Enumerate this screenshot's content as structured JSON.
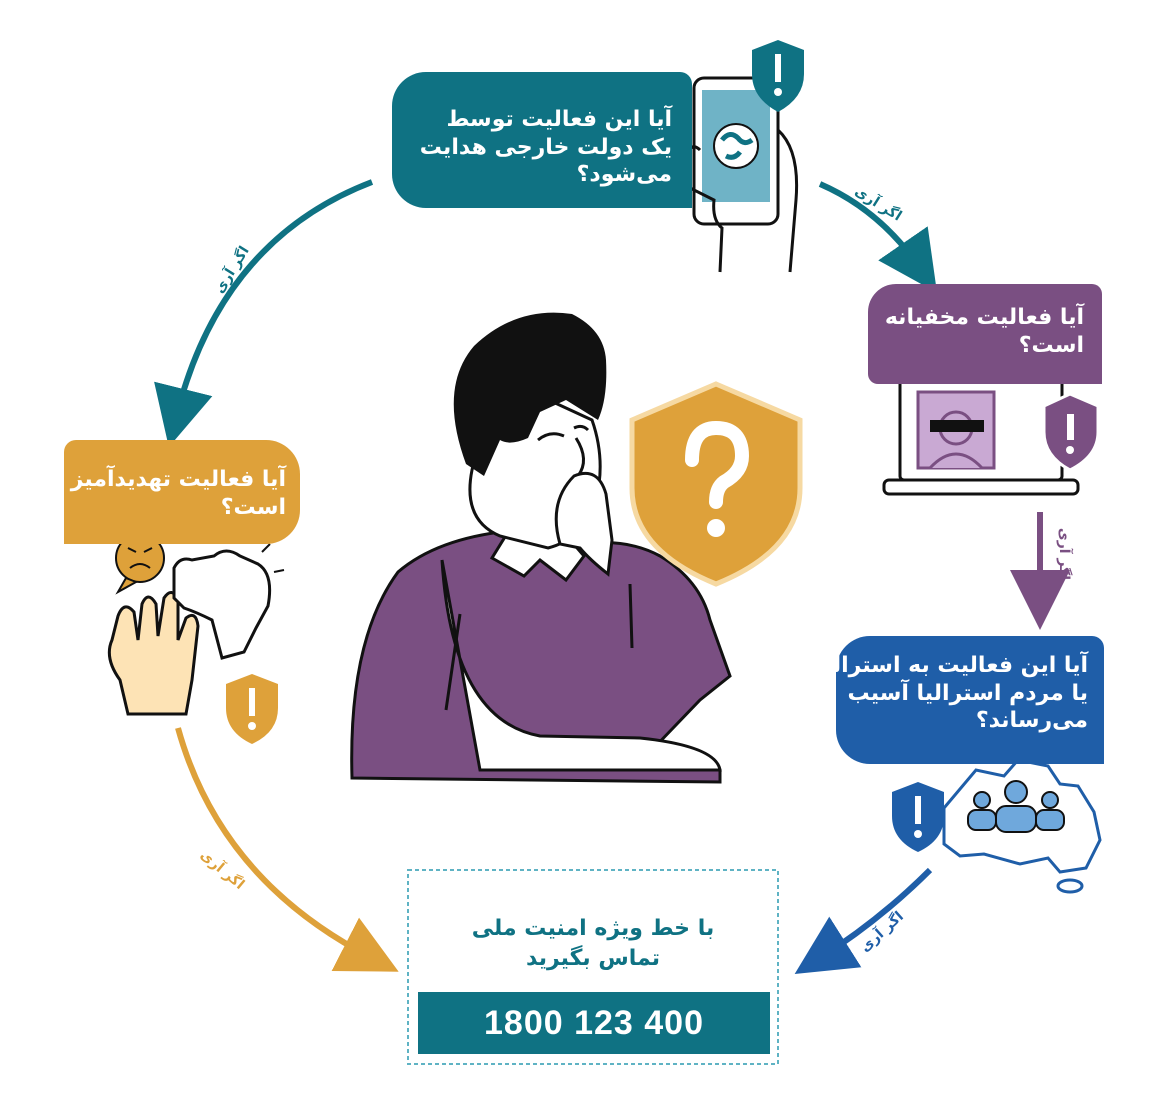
{
  "questions": {
    "foreign_gov": {
      "lines": [
        "آیا این فعالیت توسط",
        "یک دولت خارجی هدایت",
        "می‌شود؟"
      ],
      "color": "#0f7283"
    },
    "covert": {
      "lines": [
        "آیا فعالیت مخفیانه",
        "است؟"
      ],
      "color": "#7a4f82"
    },
    "harm": {
      "lines": [
        "آیا این فعالیت به استرالیا",
        "یا مردم استرالیا آسیب",
        "می‌رساند؟"
      ],
      "color": "#1f5ea8"
    },
    "threat": {
      "lines": [
        "آیا فعالیت تهدیدآمیز",
        "است؟"
      ],
      "color": "#dea13a"
    }
  },
  "arrows": {
    "if_yes_label": "اگر آری",
    "colors": {
      "teal": "#0f7283",
      "purple": "#7a4f82",
      "blue": "#1f5ea8",
      "gold": "#dea13a"
    }
  },
  "hotline": {
    "lines": [
      "با خط ویژه امنیت ملی",
      "تماس بگیرید"
    ],
    "number": "1800 123 400"
  },
  "icons": [
    "phone-globe-icon",
    "laptop-masked-person-icon",
    "australia-people-icon",
    "hands-fist-icon",
    "angry-face-icon",
    "shield-warning-icon",
    "shield-question-icon",
    "thinking-person-icon"
  ]
}
